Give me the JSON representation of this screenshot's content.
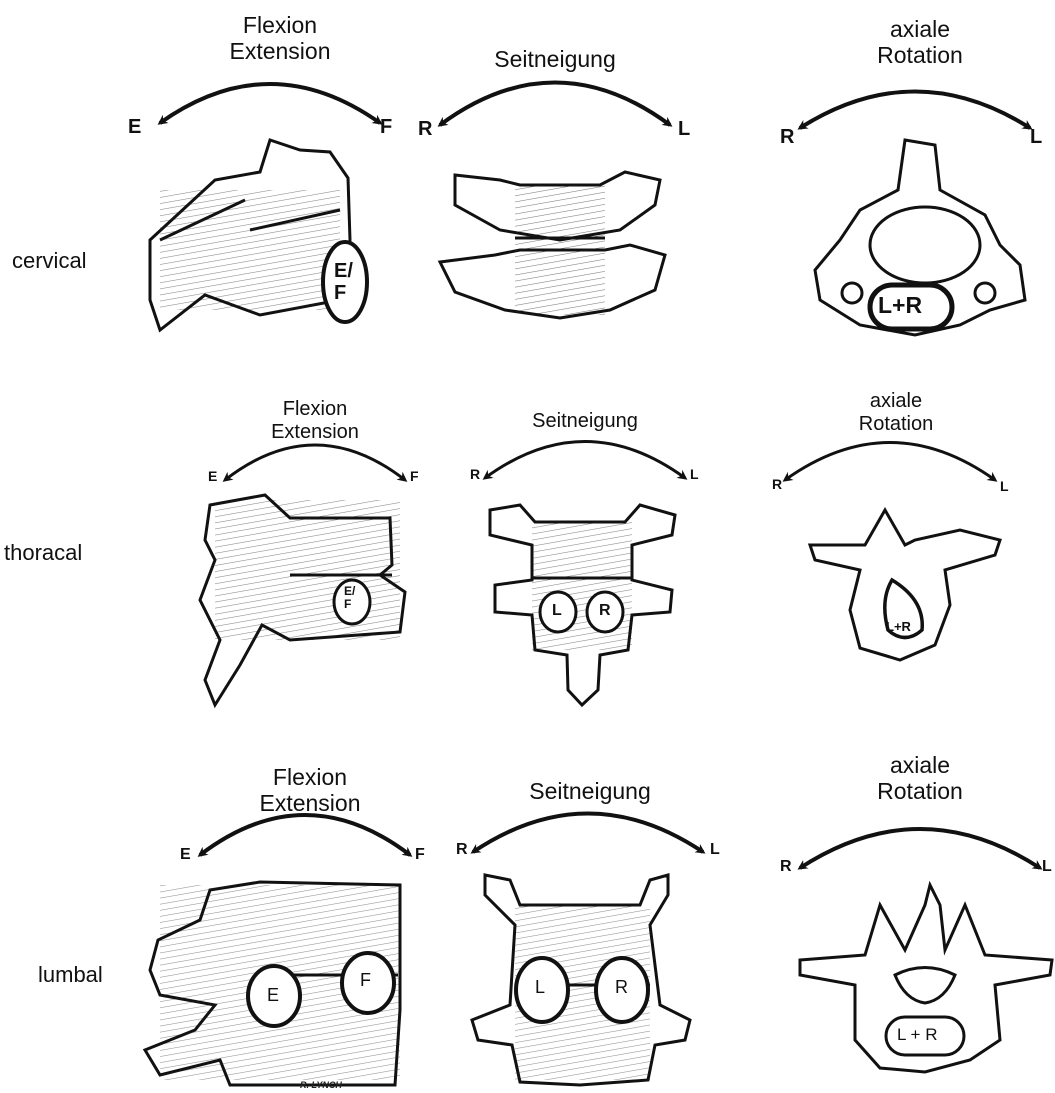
{
  "rows": [
    {
      "label": "cervical",
      "panels": [
        {
          "title1": "Flexion",
          "title2": "Extension",
          "left": "E",
          "right": "F",
          "marker": "E/F"
        },
        {
          "title1": "Seitneigung",
          "title2": "",
          "left": "R",
          "right": "L"
        },
        {
          "title1": "axiale",
          "title2": "Rotation",
          "left": "R",
          "right": "L",
          "marker": "L+R"
        }
      ]
    },
    {
      "label": "thoracal",
      "panels": [
        {
          "title1": "Flexion",
          "title2": "Extension",
          "left": "E",
          "right": "F",
          "marker": "E/F"
        },
        {
          "title1": "Seitneigung",
          "title2": "",
          "left": "R",
          "right": "L",
          "marker_left": "L",
          "marker_right": "R"
        },
        {
          "title1": "axiale",
          "title2": "Rotation",
          "left": "R",
          "right": "L",
          "marker": "L+R"
        }
      ]
    },
    {
      "label": "lumbal",
      "panels": [
        {
          "title1": "Flexion",
          "title2": "Extension",
          "left": "E",
          "right": "F",
          "marker_left": "E",
          "marker_right": "F"
        },
        {
          "title1": "Seitneigung",
          "title2": "",
          "left": "R",
          "right": "L",
          "marker_left": "L",
          "marker_right": "R"
        },
        {
          "title1": "axiale",
          "title2": "Rotation",
          "left": "R",
          "right": "L",
          "marker": "L + R"
        }
      ]
    }
  ],
  "signature": "R. LYNCH"
}
